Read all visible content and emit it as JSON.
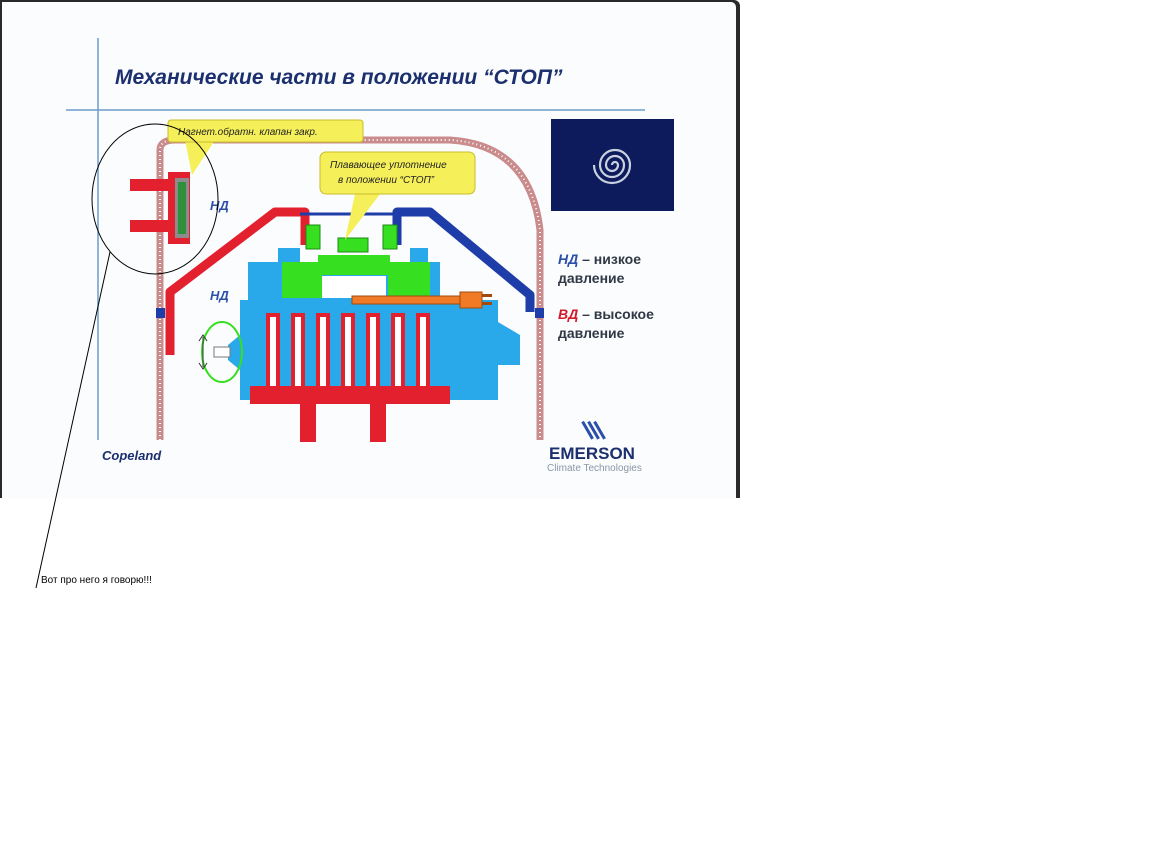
{
  "slide": {
    "title": "Механические части в положении “СТОП”",
    "callout_valve": "Нагнет.обратн. клапан закр.",
    "callout_seal_line1": "Плавающее уплотнение",
    "callout_seal_line2": "в положении “СТОП”",
    "label_lp_top": "НД",
    "label_lp_mid": "НД",
    "legend": {
      "lp_abbr": "НД",
      "lp_rest": " – низкое",
      "lp_line2": "давление",
      "hp_abbr": "ВД",
      "hp_rest": " – высокое",
      "hp_line2": "давление"
    },
    "brand_left": "Copeland",
    "brand_right": "EMERSON",
    "brand_right_sub": "Climate Technologies"
  },
  "annotation": {
    "text": "Вот про него я говорю!!!"
  },
  "colors": {
    "high_pressure": "#e3202e",
    "low_pressure": "#1e3da8",
    "body": "#2aa9ea",
    "seal": "#36e020",
    "heater": "#f07a26",
    "shell": "#c98b8b",
    "callout": "#f5ef5a",
    "title": "#1c2f6e"
  }
}
